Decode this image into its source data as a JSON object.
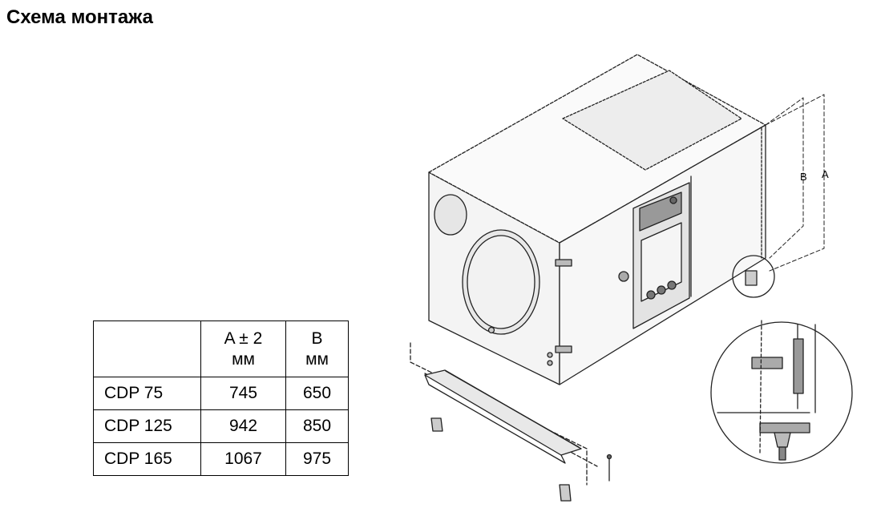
{
  "page": {
    "title": "Схема монтажа"
  },
  "table": {
    "header": {
      "col1": "",
      "col2_line1": "A ± 2",
      "col2_line2": "мм",
      "col3_line1": "B",
      "col3_line2": "мм"
    },
    "rows": [
      {
        "model": "CDP 75",
        "a": "745",
        "b": "650"
      },
      {
        "model": "CDP 125",
        "a": "942",
        "b": "850"
      },
      {
        "model": "CDP 165",
        "a": "1067",
        "b": "975"
      }
    ]
  },
  "drawing": {
    "label_a": "A",
    "label_b": "B"
  }
}
